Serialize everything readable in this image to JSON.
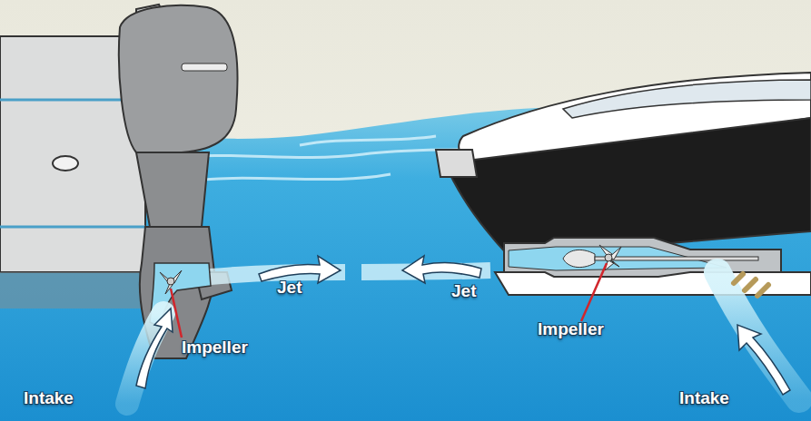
{
  "diagram": {
    "labels": [
      "Jet",
      "Jet",
      "Impeller",
      "Impeller",
      "Intake",
      "Intake"
    ]
  }
}
